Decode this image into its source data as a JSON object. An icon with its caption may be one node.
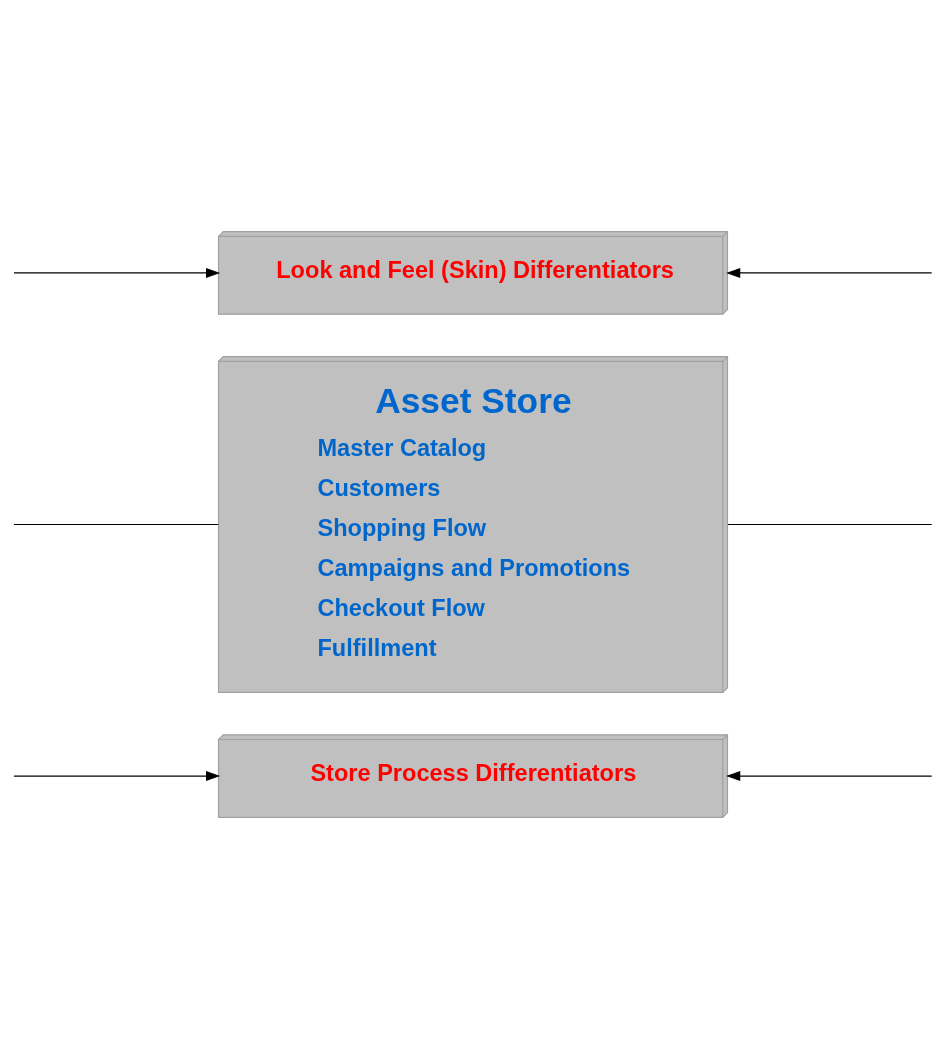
{
  "diagram": {
    "nodes": [
      {
        "text": [
          "Look and Feel (Skin) Differentiators"
        ]
      },
      {
        "text": [
          "Asset Store",
          "Master Catalog",
          "Customers",
          "Shopping Flow",
          "Campaigns and Promotions",
          "Checkout Flow",
          "Fulfillment"
        ]
      },
      {
        "text": [
          "Store Process Differentiators"
        ]
      }
    ],
    "edges": [
      {
        "from": null,
        "to": 0,
        "arrow": "to"
      },
      {
        "from": null,
        "to": 1,
        "arrow": "none"
      },
      {
        "from": null,
        "to": 0,
        "arrow": "to"
      },
      {
        "from": null,
        "to": 1,
        "arrow": "none"
      },
      {
        "from": null,
        "to": 2,
        "arrow": "to"
      },
      {
        "from": null,
        "to": 2,
        "arrow": "to"
      }
    ]
  }
}
